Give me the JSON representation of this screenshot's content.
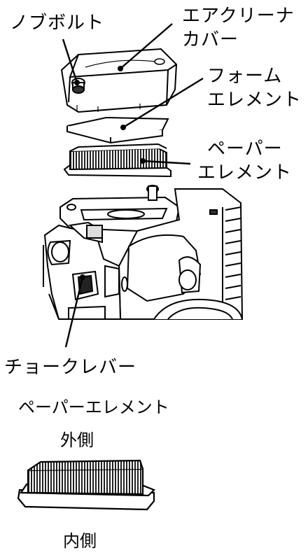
{
  "callouts": {
    "knob_bolt": "ノブボルト",
    "air_cleaner_cover_line1": "エアクリーナ",
    "air_cleaner_cover_line2": "カバー",
    "foam_element_line1": "フォーム",
    "foam_element_line2": "エレメント",
    "paper_element_line1": "ペーパー",
    "paper_element_line2": "エレメント",
    "choke_lever": "チョークレバー"
  },
  "detail": {
    "title": "ペーパーエレメント",
    "outer_side": "外側",
    "inner_side": "内側"
  }
}
